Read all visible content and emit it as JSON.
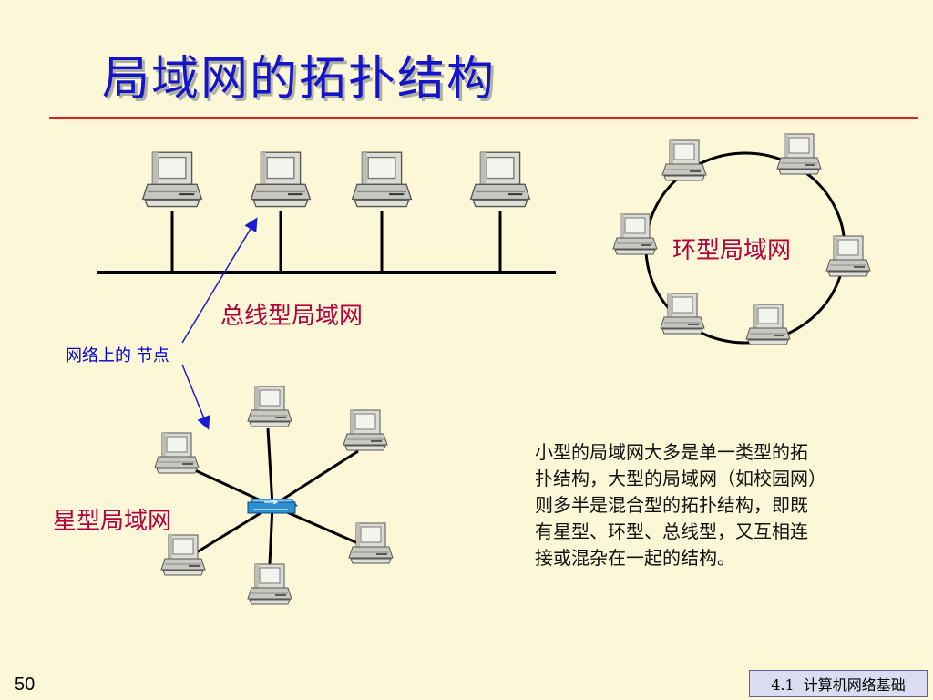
{
  "slide": {
    "title": "局域网的拓扑结构",
    "page_number": "50",
    "footer": "4.1  计算机网络基础"
  },
  "diagram": {
    "bus_label": "总线型局域网",
    "ring_label": "环型局域网",
    "star_label": "星型局域网",
    "node_label": "网络上的 节点"
  },
  "description": {
    "lines": [
      "小型的局域网大多是单一类型的拓",
      "扑结构，大型的局域网（如校园网）",
      "则多半是混合型的拓扑结构，即既",
      "有星型、环型、总线型，又互相连",
      "接或混杂在一起的结构。"
    ]
  },
  "colors": {
    "title": "#1414c8",
    "rule": "#e02020",
    "label_red": "#b4003c",
    "label_blue": "#0000cc",
    "background": "#fcf8d7"
  }
}
